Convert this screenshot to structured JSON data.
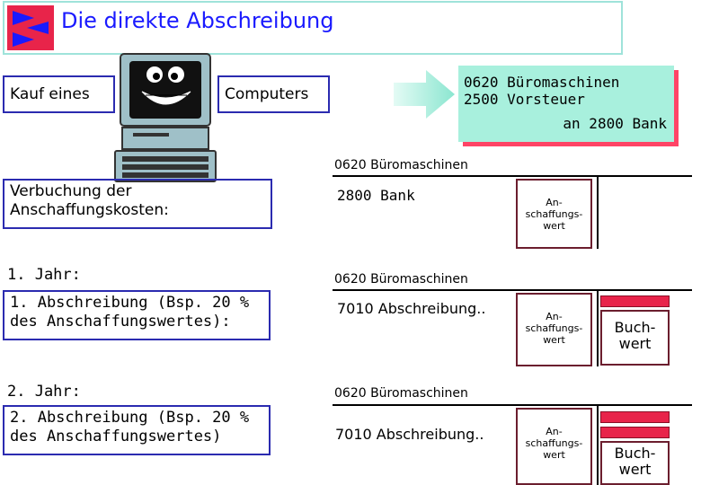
{
  "title": "Die direkte Abschreibung",
  "kauf": {
    "left": "Kauf eines",
    "right": "Computers"
  },
  "booking": {
    "line1": "0620 Büromaschinen",
    "line2": "2500 Vorsteuer",
    "line3": "an 2800 Bank"
  },
  "sections": [
    {
      "label": "Verbuchung der Anschaffungskosten:",
      "account": "0620 Büromaschinen",
      "entry": "2800 Bank",
      "box": "An-schaffungs-wert"
    },
    {
      "heading": "1. Jahr:",
      "label": "1. Abschreibung (Bsp. 20 % des Anschaffungswertes):",
      "account": "0620 Büromaschinen",
      "entry": "7010 Abschreibung..",
      "box": "An-schaffungs-wert",
      "buchwert": "Buch-wert"
    },
    {
      "heading": "2. Jahr:",
      "label": "2. Abschreibung (Bsp. 20 % des Anschaffungswertes)",
      "account": "0620 Büromaschinen",
      "entry": "7010 Abschreibung..",
      "box": "An-schaffungs-wert",
      "buchwert": "Buch-wert"
    }
  ],
  "colors": {
    "title": "#1a1aff",
    "booking_bg": "#a8f0dd",
    "accent_red": "#e8244a",
    "box_border": "#2b2bb0"
  }
}
